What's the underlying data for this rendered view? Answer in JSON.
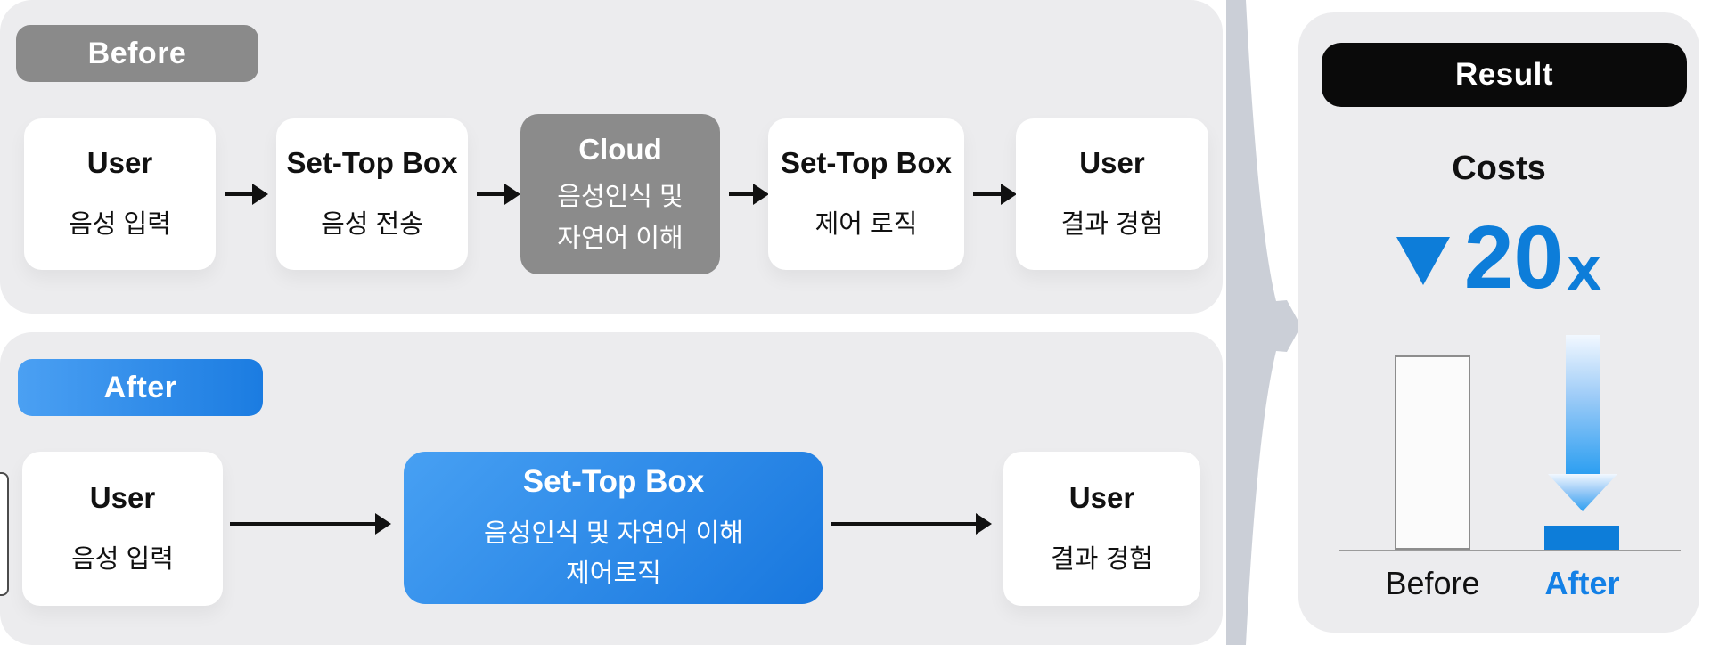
{
  "colors": {
    "panel_bg": "#ececee",
    "badge_gray": "#8a8a8a",
    "cloud_gray": "#8b8b8b",
    "primary_blue": "#0d7dd9",
    "blue_gradient_start": "#47a0f3",
    "blue_gradient_end": "#1877de",
    "after_label_blue": "#1380e6",
    "transition_arrow_gray": "#cbcfd7"
  },
  "before": {
    "badge": "Before",
    "steps": [
      {
        "title": "User",
        "lines": [
          "음성 입력"
        ]
      },
      {
        "title": "Set-Top Box",
        "lines": [
          "음성 전송"
        ]
      },
      {
        "title": "Cloud",
        "lines": [
          "음성인식 및",
          "자연어 이해"
        ]
      },
      {
        "title": "Set-Top Box",
        "lines": [
          "제어 로직"
        ]
      },
      {
        "title": "User",
        "lines": [
          "결과 경험"
        ]
      }
    ]
  },
  "after": {
    "badge": "After",
    "steps": [
      {
        "title": "User",
        "lines": [
          "음성 입력"
        ]
      },
      {
        "title": "Set-Top Box",
        "lines": [
          "음성인식 및 자연어 이해",
          "제어로직"
        ]
      },
      {
        "title": "User",
        "lines": [
          "결과 경험"
        ]
      }
    ]
  },
  "result": {
    "title": "Result",
    "metric_label": "Costs",
    "metric_value": "20",
    "metric_unit": "x",
    "bars": [
      {
        "label": "Before"
      },
      {
        "label": "After"
      }
    ]
  },
  "chart_data": {
    "type": "bar",
    "title": "Costs",
    "categories": [
      "Before",
      "After"
    ],
    "values": [
      20,
      1
    ],
    "annotation": "▼ 20x decrease",
    "legend": "none",
    "grid": false
  }
}
